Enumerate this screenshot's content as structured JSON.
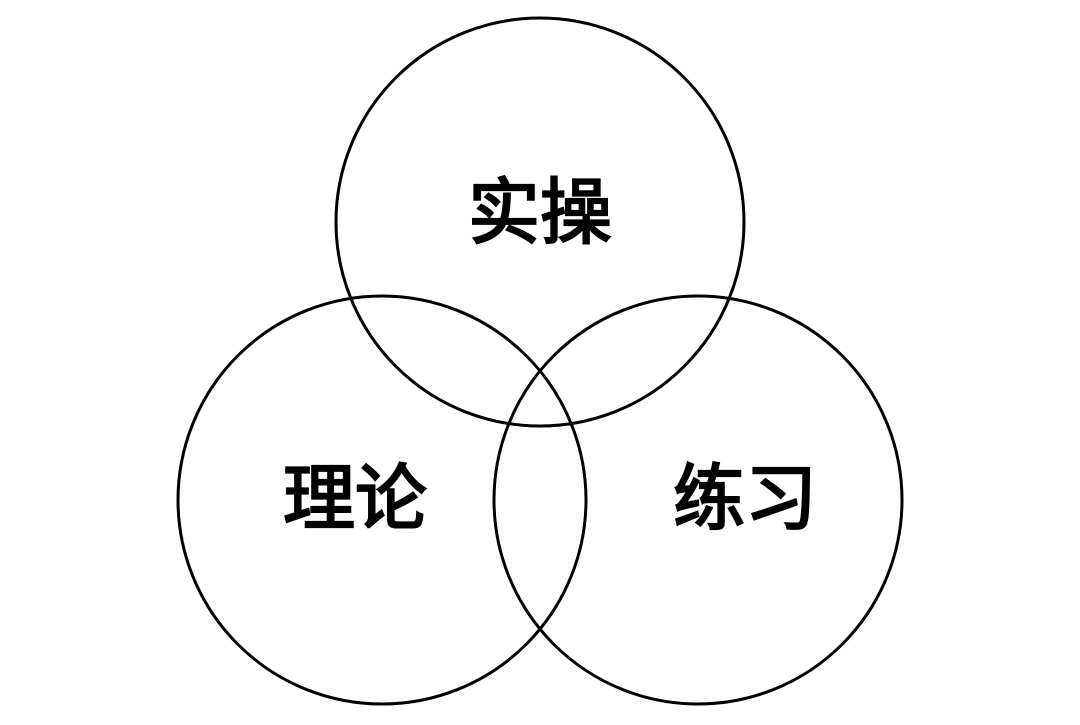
{
  "diagram": {
    "type": "venn",
    "stroke_color": "#000000",
    "text_color": "#000000",
    "background": "#ffffff",
    "sets": [
      {
        "label": "实操"
      },
      {
        "label": "理论"
      },
      {
        "label": "练习"
      }
    ]
  }
}
